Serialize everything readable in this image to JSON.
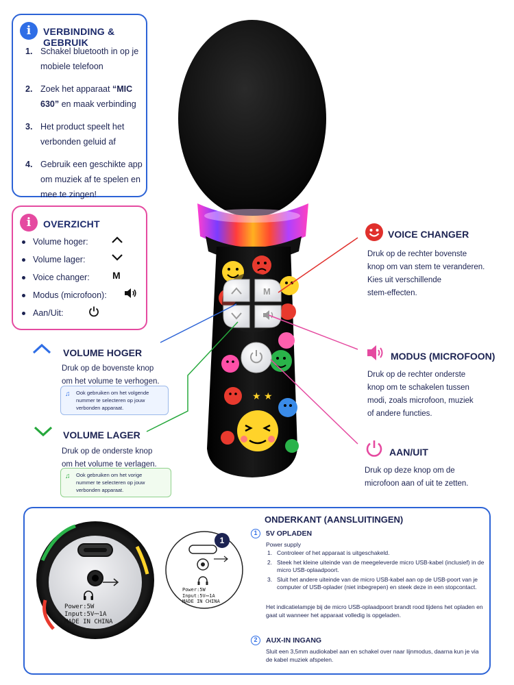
{
  "connection": {
    "title": "VERBINDING & GEBRUIK",
    "icon": "info-icon",
    "steps": [
      {
        "num": "1.",
        "text_before": "Schakel bluetooth in op je mobiele telefoon",
        "bold": "",
        "text_after": ""
      },
      {
        "num": "2.",
        "text_before": "Zoek het apparaat ",
        "bold": "“MIC 630”",
        "text_after": " en maak verbinding"
      },
      {
        "num": "3.",
        "text_before": "Het product speelt het verbonden geluid af",
        "bold": "",
        "text_after": ""
      },
      {
        "num": "4.",
        "text_before": "Gebruik een geschikte app om muziek af te spelen en mee te zingen!",
        "bold": "",
        "text_after": ""
      }
    ]
  },
  "overview": {
    "title": "OVERZICHT",
    "icon": "info-icon",
    "items": [
      {
        "label": "Volume hoger:",
        "symbol": "chevron-up-icon"
      },
      {
        "label": "Volume lager:",
        "symbol": "chevron-down-icon"
      },
      {
        "label": "Voice changer:",
        "symbol": "M"
      },
      {
        "label": "Modus (microfoon):",
        "symbol": "speaker-icon"
      },
      {
        "label": "Aan/Uit:",
        "symbol": "power-icon"
      }
    ]
  },
  "features": {
    "voice_changer": {
      "title": "VOICE CHANGER",
      "text": [
        "Druk op de rechter bovenste",
        "knop om van stem te veranderen.",
        "Kies uit verschillende",
        "stem-effecten."
      ]
    },
    "mode": {
      "title": "MODUS (MICROFOON)",
      "text": [
        "Druk op de rechter onderste",
        "knop om te schakelen tussen",
        "modi, zoals microfoon, muziek",
        "of andere functies."
      ]
    },
    "power": {
      "title": "AAN/UIT",
      "text": [
        "Druk op deze knop om de",
        "microfoon aan of uit te zetten."
      ]
    },
    "volume_up": {
      "title": "VOLUME HOGER",
      "text": [
        "Druk op de bovenste knop",
        "om het volume te verhogen."
      ],
      "note": [
        "Ook gebruiken om het volgende",
        "nummer te selecteren op jouw",
        "verbonden apparaat."
      ]
    },
    "volume_down": {
      "title": "VOLUME LAGER",
      "text": [
        "Druk op de onderste knop",
        "om het volume te verlagen."
      ],
      "note": [
        "Ook gebruiken om het vorige",
        "nummer te selecteren op jouw",
        "verbonden apparaat."
      ]
    }
  },
  "mic_buttons": {
    "mode_key": "M"
  },
  "bottom": {
    "title": "ONDERKANT (AANSLUITINGEN)",
    "port_text": [
      "Power:5W",
      "Input:5V⎓1A",
      "MADE IN CHINA"
    ],
    "diagram_marker": "1",
    "charging": {
      "num": "1",
      "title": "5V OPLADEN",
      "subtitle": "Power supply",
      "steps": [
        {
          "n": "1.",
          "text": "Controleer of het apparaat is uitgeschakeld."
        },
        {
          "n": "2.",
          "text": "Steek het kleine uiteinde van de meegeleverde micro USB-kabel (inclusief) in de micro USB-oplaadpoort."
        },
        {
          "n": "3.",
          "text": "Sluit het andere uiteinde van de micro USB-kabel aan op de USB-poort van je computer of USB-oplader (niet inbegrepen) en steek deze in een stopcontact."
        }
      ],
      "indicator": "Het indicatielampje bij de micro USB-oplaadpoort brandt rood tijdens het opladen en gaat uit wanneer het apparaat volledig is opgeladen."
    },
    "aux": {
      "num": "2",
      "title": "AUX-IN INGANG",
      "text": "Sluit een 3,5mm audiokabel aan en schakel over naar lijnmodus, daarna kun je via de kabel muziek afspelen."
    }
  },
  "colors": {
    "blue": "#2c63d6",
    "pink": "#e54aa0",
    "green": "#26a83c",
    "red": "#e0302c",
    "navy": "#1c2352"
  }
}
